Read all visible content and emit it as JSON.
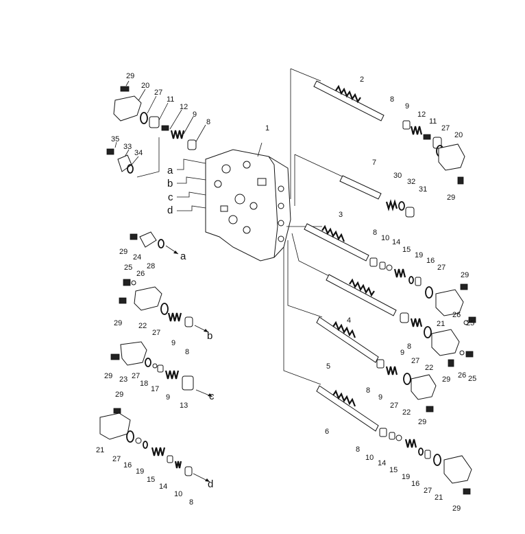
{
  "callouts": [
    "29",
    "20",
    "27",
    "11",
    "12",
    "9",
    "8",
    "1",
    "35",
    "33",
    "34",
    "a",
    "b",
    "c",
    "d",
    "29",
    "24",
    "28",
    "a",
    "25",
    "26",
    "29",
    "22",
    "27",
    "9",
    "8",
    "b",
    "29",
    "23",
    "27",
    "18",
    "17",
    "9",
    "13",
    "c",
    "29",
    "21",
    "27",
    "16",
    "19",
    "15",
    "14",
    "10",
    "8",
    "d",
    "2",
    "8",
    "9",
    "12",
    "11",
    "27",
    "20",
    "29",
    "7",
    "30",
    "32",
    "31",
    "3",
    "8",
    "10",
    "14",
    "15",
    "19",
    "16",
    "27",
    "29",
    "4",
    "21",
    "26",
    "25",
    "8",
    "9",
    "27",
    "22",
    "26",
    "25",
    "29",
    "5",
    "8",
    "9",
    "27",
    "22",
    "29",
    "6",
    "8",
    "10",
    "14",
    "15",
    "19",
    "16",
    "27",
    "21",
    "29"
  ],
  "line_labels": [
    "a",
    "b",
    "c",
    "d"
  ],
  "colors": {
    "ink": "#111111",
    "paper": "#ffffff"
  }
}
